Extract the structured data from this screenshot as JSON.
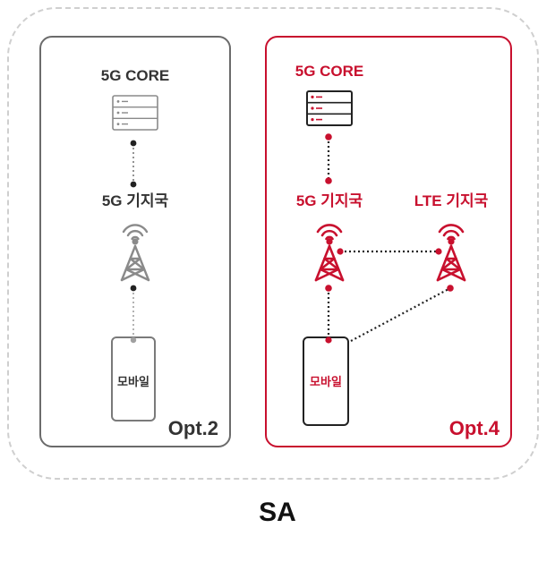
{
  "colors": {
    "gray": "#6b6b6b",
    "light_gray": "#a0a0a0",
    "red": "#c8102e",
    "dark": "#222222"
  },
  "left_panel": {
    "core_label": "5G CORE",
    "station_label": "5G 기지국",
    "mobile_label": "모바일",
    "option_label": "Opt.2",
    "icons": [
      "server-icon",
      "cell-tower-icon",
      "mobile-phone-icon"
    ]
  },
  "right_panel": {
    "core_label": "5G CORE",
    "station_5g_label": "5G 기지국",
    "station_lte_label": "LTE 기지국",
    "mobile_label": "모바일",
    "option_label": "Opt.4",
    "icons": [
      "server-icon",
      "cell-tower-icon",
      "cell-tower-icon",
      "mobile-phone-icon"
    ]
  },
  "title": "SA"
}
